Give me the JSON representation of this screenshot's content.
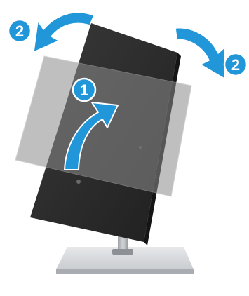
{
  "illustration": {
    "subject": "monitor-rotation",
    "colors": {
      "arrow": "#2196d8",
      "arrow_light": "#3fa9e6",
      "badge": "#2196d8",
      "badge_text": "#ffffff",
      "panel_dark": "#2a2a2a",
      "panel_ghost": "#8a8a8a",
      "stand": "#b9bcc0",
      "base": "#dadcdf"
    }
  },
  "steps": {
    "rotate_portrait": "1",
    "tilt_left": "2",
    "tilt_right": "2"
  }
}
